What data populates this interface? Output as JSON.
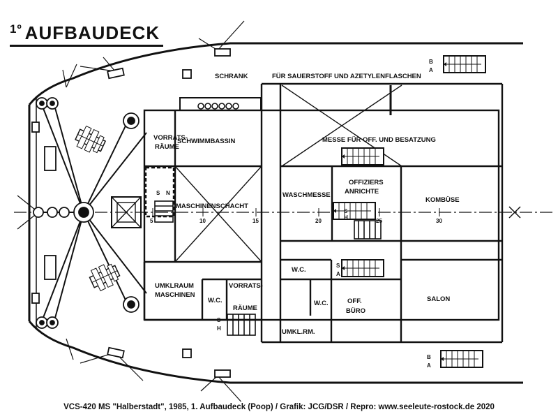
{
  "title": {
    "ordinal": "1º",
    "text": "AUFBAUDECK"
  },
  "rooms": {
    "schrank": "SCHRANK",
    "gas_lockers": "FÜR SAUERSTOFF UND AZETYLENFLASCHEN",
    "messe": "MESSE FÜR OFF. UND BESATZUNG",
    "vorrats_1a": "VORRATS-",
    "vorrats_1b": "RÄUME",
    "schwimmbassin": "SCHWIMMBASSIN",
    "maschinenschacht": "MASCHINENSCHACHT",
    "waschmesse": "WASCHMESSE",
    "offiziers_a": "OFFIZIERS",
    "offiziers_b": "ANRICHTE",
    "kombuese": "KOMBÜSE",
    "umkl_a": "UMKLRAUM",
    "umkl_b": "MASCHINEN",
    "wc1": "W.C.",
    "vorrats_2a": "VORRATS-",
    "vorrats_2b": "RÄUME",
    "wc2": "W.C.",
    "wc3": "W.C.",
    "off_a": "OFF.",
    "off_b": "BÜRO",
    "salon": "SALON",
    "umkl_rm": "UMKL.RM."
  },
  "frame_numbers": [
    "5",
    "10",
    "15",
    "20",
    "25",
    "30"
  ],
  "stair_marks": {
    "b1": "B",
    "a1": "A",
    "s1": "S",
    "n1": "N",
    "s2": "S",
    "h2": "H",
    "s3": "S",
    "h3": "H",
    "s4": "S",
    "a4": "A",
    "b5": "B",
    "a5": "A"
  },
  "caption": "VCS-420 MS \"Halberstadt\", 1985, 1. Aufbaudeck (Poop) / Grafik: JCG/DSR / Repro: www.seeleute-rostock.de 2020"
}
